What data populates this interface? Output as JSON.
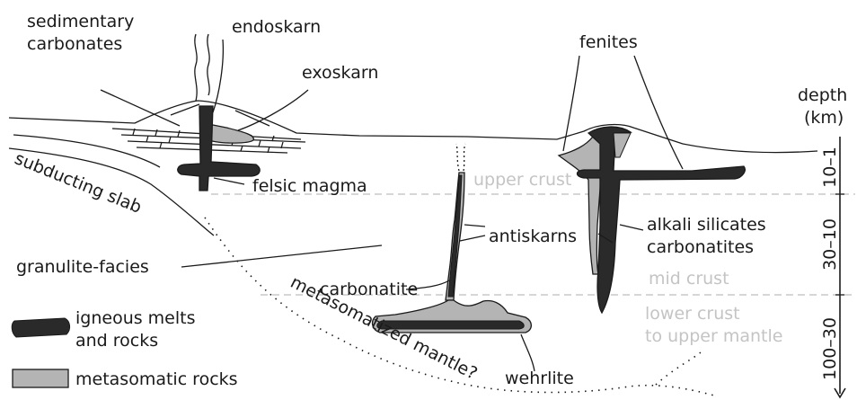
{
  "labels": {
    "sedimentary_1": "sedimentary",
    "sedimentary_2": "carbonates",
    "endoskarn": "endoskarn",
    "exoskarn": "exoskarn",
    "fenites": "fenites",
    "depth_1": "depth",
    "depth_2": "(km)",
    "subducting_slab": "subducting slab",
    "felsic_magma": "felsic magma",
    "upper_crust": "upper crust",
    "antiskarns": "antiskarns",
    "alkali_1": "alkali silicates",
    "alkali_2": "carbonatites",
    "granulite": "granulite-facies",
    "carbonatite": "carbonatite",
    "mid_crust": "mid crust",
    "metasomatized_mantle": "metasomatized mantle?",
    "lower_1": "lower crust",
    "lower_2": "to upper mantle",
    "wehrlite": "wehrlite"
  },
  "depth_ticks": [
    "10–1",
    "30–10",
    "100–30"
  ],
  "legend": [
    {
      "label_1": "igneous melts",
      "label_2": "and rocks",
      "color": "#2a2a2a"
    },
    {
      "label_1": "metasomatic rocks",
      "color": "#b4b4b4"
    }
  ],
  "colors": {
    "igneous": "#2a2a2a",
    "metasomatic": "#b4b4b4",
    "line": "#1a1a1a",
    "grey_text": "#c4c4c4"
  }
}
